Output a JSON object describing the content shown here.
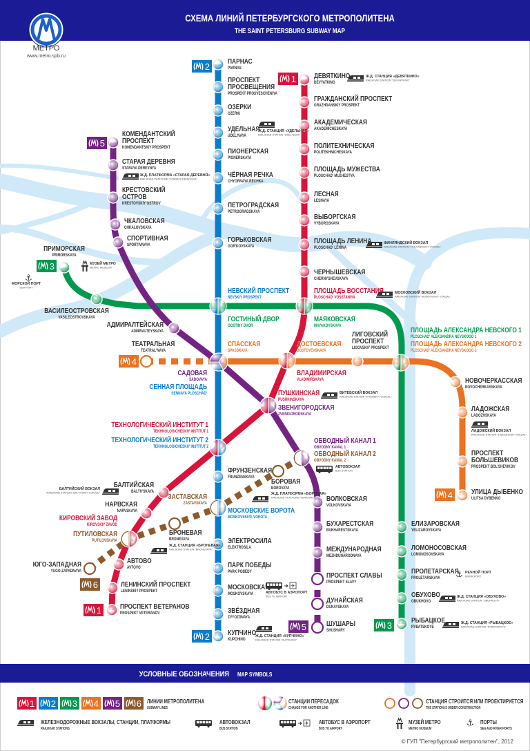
{
  "header": {
    "title": "СХЕМА ЛИНИЙ ПЕТЕРБУРГСКОГО МЕТРОПОЛИТЕНА",
    "subtitle": "THE SAINT PETERSBURG SUBWAY MAP",
    "logo_text": "МЕТРО",
    "url": "www.metro.spb.ru",
    "color": "#1b1b96"
  },
  "lines": [
    {
      "number": "1",
      "color": "#d9143a",
      "stations": [
        {
          "ru": "ДЕВЯТКИНО",
          "en": "DEVYATKINO"
        },
        {
          "ru": "ГРАЖДАНСКИЙ ПРОСПЕКТ",
          "en": "GRAZHDANSKIY PROSPEKT"
        },
        {
          "ru": "АКАДЕМИЧЕСКАЯ",
          "en": "AKADEMICHESKAYA"
        },
        {
          "ru": "ПОЛИТЕХНИЧЕСКАЯ",
          "en": "POLITEKHNICHESKAYA"
        },
        {
          "ru": "ПЛОЩАДЬ МУЖЕСТВА",
          "en": "PLOSCHAD' MUZHESTVA"
        },
        {
          "ru": "ЛЕСНАЯ",
          "en": "LESNAYA"
        },
        {
          "ru": "ВЫБОРГСКАЯ",
          "en": "VYBORGSKAYA"
        },
        {
          "ru": "ПЛОЩАДЬ ЛЕНИНА",
          "en": "PLOSCHAD' LENINA"
        },
        {
          "ru": "ЧЕРНЫШЕВСКАЯ",
          "en": "CHERNYSHEVSKAYA"
        },
        {
          "ru": "ПЛОЩАДЬ ВОССТАНИЯ",
          "en": "PLOSCHAD' VOSSTANIYA"
        },
        {
          "ru": "ВЛАДИМИРСКАЯ",
          "en": "VLADIMIRSKAYA"
        },
        {
          "ru": "ПУШКИНСКАЯ",
          "en": "PUSHKINSKAYA"
        },
        {
          "ru": "ТЕХНОЛОГИЧЕСКИЙ ИНСТИТУТ 1",
          "en": "TEKHNOLOGICHESKIY INSTITUT 1"
        },
        {
          "ru": "БАЛТИЙСКАЯ",
          "en": "BALTIYSKAYA"
        },
        {
          "ru": "НАРВСКАЯ",
          "en": "NARVSKAYA"
        },
        {
          "ru": "КИРОВСКИЙ ЗАВОД",
          "en": "KIROVSKIY ZAVOD"
        },
        {
          "ru": "АВТОВО",
          "en": "AVTOVO"
        },
        {
          "ru": "ЛЕНИНСКИЙ ПРОСПЕКТ",
          "en": "LENINSKIY PROSPEKT"
        },
        {
          "ru": "ПРОСПЕКТ ВЕТЕРАНОВ",
          "en": "PROSPEKT VETERANOV"
        }
      ]
    },
    {
      "number": "2",
      "color": "#0a7ccc",
      "stations": [
        {
          "ru": "ПАРНАС",
          "en": "PARNAS"
        },
        {
          "ru": "ПРОСПЕКТ\nПРОСВЕЩЕНИЯ",
          "en": "PROSPEKT PROSVESCHENIYA"
        },
        {
          "ru": "ОЗЕРКИ",
          "en": "OZERKI"
        },
        {
          "ru": "УДЕЛЬНАЯ",
          "en": "UDEL'NAYA"
        },
        {
          "ru": "ПИОНЕРСКАЯ",
          "en": "PIONERSKAYA"
        },
        {
          "ru": "ЧЁРНАЯ РЕЧКА",
          "en": "CHYORNAYA RECHKA"
        },
        {
          "ru": "ПЕТРОГРАДСКАЯ",
          "en": "PETROGRADSKAYA"
        },
        {
          "ru": "ГОРЬКОВСКАЯ",
          "en": "GOR'KOVSKAYA"
        },
        {
          "ru": "НЕВСКИЙ ПРОСПЕКТ",
          "en": "NEVSKIY PROSPEKT"
        },
        {
          "ru": "СЕННАЯ ПЛОЩАДЬ",
          "en": "SENNAYA PLOSCHAD'"
        },
        {
          "ru": "ТЕХНОЛОГИЧЕСКИЙ ИНСТИТУТ 2",
          "en": "TEKHNOLOGICHESKIY INSTITUT 2"
        },
        {
          "ru": "ФРУНЗЕНСКАЯ",
          "en": "FRUNZENSKAYA"
        },
        {
          "ru": "МОСКОВСКИЕ ВОРОТА",
          "en": "MOSKOVSKIYE VOROTA"
        },
        {
          "ru": "ЭЛЕКТРОСИЛА",
          "en": "ELEKTROSILA"
        },
        {
          "ru": "ПАРК ПОБЕДЫ",
          "en": "PARK POBEDY"
        },
        {
          "ru": "МОСКОВСКАЯ",
          "en": "MOSKOVSKAYA"
        },
        {
          "ru": "ЗВЁЗДНАЯ",
          "en": "ZVYOZDNAYA"
        },
        {
          "ru": "КУПЧИНО",
          "en": "KUPCHINO"
        }
      ]
    },
    {
      "number": "3",
      "color": "#009a4e",
      "stations": [
        {
          "ru": "ПРИМОРСКАЯ",
          "en": "PRIMORSKAYA"
        },
        {
          "ru": "ВАСИЛЕОСТРОВСКАЯ",
          "en": "VASILEOSTROVSKAYA"
        },
        {
          "ru": "ГОСТИНЫЙ ДВОР",
          "en": "GOSTINY DVOR"
        },
        {
          "ru": "МАЯКОВСКАЯ",
          "en": "MAYAKOVSKAYA"
        },
        {
          "ru": "ПЛОЩАДЬ АЛЕКСАНДРА НЕВСКОГО 1",
          "en": "PLOSCHAD' ALEKSANDRA NEVSKOGO 1"
        },
        {
          "ru": "ЕЛИЗАРОВСКАЯ",
          "en": "YELIZAROVSKAYA"
        },
        {
          "ru": "ЛОМОНОСОВСКАЯ",
          "en": "LOMONOSOVSKAYA"
        },
        {
          "ru": "ПРОЛЕТАРСКАЯ",
          "en": "PROLETARSKAYA"
        },
        {
          "ru": "ОБУХОВО",
          "en": "OBUKHOVO"
        },
        {
          "ru": "РЫБАЦКОЕ",
          "en": "RYBATSKOYE"
        }
      ]
    },
    {
      "number": "4",
      "color": "#ea7220",
      "stations": [
        {
          "ru": "ТЕАТРАЛЬНАЯ",
          "en": "TEATRAL'NAYA",
          "under_construction": true
        },
        {
          "ru": "СПАССКАЯ",
          "en": "SPASSKAYA"
        },
        {
          "ru": "ДОСТОЕВСКАЯ",
          "en": "DOSTOYEVSKAYA"
        },
        {
          "ru": "ЛИГОВСКИЙ\nПРОСПЕКТ",
          "en": "LIGOVSKIY PROSPEKT"
        },
        {
          "ru": "ПЛОЩАДЬ АЛЕКСАНДРА НЕВСКОГО 2",
          "en": "PLOSCHAD' ALEKSANDRA NEVSKOGO 2"
        },
        {
          "ru": "НОВОЧЕРКАССКАЯ",
          "en": "NOVOCHERKASSKAYA"
        },
        {
          "ru": "ЛАДОЖСКАЯ",
          "en": "LADOZHSKAYA"
        },
        {
          "ru": "ПРОСПЕКТ\nБОЛЬШЕВИКОВ",
          "en": "PROSPEKT BOL'SHEVIKOV"
        },
        {
          "ru": "УЛИЦА ДЫБЕНКО",
          "en": "ULITSA DYBENKO"
        }
      ]
    },
    {
      "number": "5",
      "color": "#742384",
      "stations": [
        {
          "ru": "КОМЕНДАНТСКИЙ\nПРОСПЕКТ",
          "en": "KOMENDANTSKIY PROSPEKT"
        },
        {
          "ru": "СТАРАЯ ДЕРЕВНЯ",
          "en": "STARAYA DEREVNYA"
        },
        {
          "ru": "КРЕСТОВСКИЙ\nОСТРОВ",
          "en": "KRESTOVSKIY OSTROV"
        },
        {
          "ru": "ЧКАЛОВСКАЯ",
          "en": "CHKALOVSKAYA"
        },
        {
          "ru": "СПОРТИВНАЯ",
          "en": "SPORTIVNAYA"
        },
        {
          "ru": "АДМИРАЛТЕЙСКАЯ",
          "en": "ADMIRALTEYSKAYA"
        },
        {
          "ru": "САДОВАЯ",
          "en": "SADOVAYA"
        },
        {
          "ru": "ЗВЕНИГОРОДСКАЯ",
          "en": "ZVENIGORODSKAYA"
        },
        {
          "ru": "ОБВОДНЫЙ КАНАЛ 1",
          "en": "OBVODNY KANAL 1"
        },
        {
          "ru": "ВОЛКОВСКАЯ",
          "en": "VOLKOVSKAYA"
        },
        {
          "ru": "БУХАРЕСТСКАЯ",
          "en": "BUKHARESTSKAYA"
        },
        {
          "ru": "МЕЖДУНАРОДНАЯ",
          "en": "MEZHDUNARODNAYA"
        },
        {
          "ru": "ПРОСПЕКТ СЛАВЫ",
          "en": "PROSPEKT SLAVY",
          "under_construction": true
        },
        {
          "ru": "ДУНАЙСКАЯ",
          "en": "DUNAYSKAYA",
          "under_construction": true
        },
        {
          "ru": "ШУШАРЫ",
          "en": "SHUSHARY",
          "under_construction": true
        }
      ]
    },
    {
      "number": "6",
      "color": "#8e5a2c",
      "under_construction": true,
      "stations": [
        {
          "ru": "ЮГО-ЗАПАДНАЯ",
          "en": "YUGO-ZAPADNAYA",
          "under_construction": true
        },
        {
          "ru": "ПУТИЛОВСКАЯ",
          "en": "PUTILOVSKAYA",
          "under_construction": true
        },
        {
          "ru": "БРОНЕВАЯ",
          "en": "BRONEVAYA",
          "under_construction": true
        },
        {
          "ru": "ЗАСТАВСКАЯ",
          "en": "ZASTAVSKAYA",
          "under_construction": true
        },
        {
          "ru": "БОРОВАЯ",
          "en": "BOROVAYA",
          "under_construction": true
        },
        {
          "ru": "ОБВОДНЫЙ КАНАЛ 2",
          "en": "OBVODNY KANAL 2",
          "under_construction": true
        }
      ]
    }
  ],
  "notes": [
    {
      "icon": "train-icon",
      "ru": "Ж.Д. СТАНЦИЯ «ДЕВЯТКИНО»",
      "en": "RAILROAD STATION \"DEVYATKINO\""
    },
    {
      "icon": "train-icon",
      "ru": "Ж.Д. СТАНЦИЯ «УДЕЛЬНАЯ»",
      "en": "RAILROAD STATION \"UDEL'NAYA\""
    },
    {
      "icon": "train-icon",
      "ru": "Ж.Д. ПЛАТФОРМА «СТАРАЯ ДЕРЕВНЯ»",
      "en": "RAILROAD PLATFORM \"STARAYA DEREVNYA\""
    },
    {
      "icon": "train-icon",
      "ru": "ФИНЛЯНДСКИЙ ВОКЗАЛ",
      "en": "RAILROAD STATION \"FINLYANDSKIY VOKZAL\""
    },
    {
      "icon": "train-icon",
      "ru": "МОСКОВСКИЙ ВОКЗАЛ",
      "en": "RAILROAD STATION \"MOSKOVSKIY VOKZAL\""
    },
    {
      "icon": "train-icon",
      "ru": "ВИТЕБСКИЙ ВОКЗАЛ",
      "en": "RAILROAD STATION \"VITEBSKIY VOKZAL\""
    },
    {
      "icon": "train-icon",
      "ru": "ЛАДОЖСКИЙ ВОКЗАЛ",
      "en": "RAILROAD STATION \"LADOZHSKIY VOKZAL\""
    },
    {
      "icon": "bus-icon",
      "ru": "АВТОВОКЗАЛ",
      "en": "BUS STATION"
    },
    {
      "icon": "train-icon",
      "ru": "Ж.Д. ПЛАТФОРМА «БОРОВАЯ»",
      "en": "RAILROAD PLATFORM \"BOROVAYA\""
    },
    {
      "icon": "train-icon",
      "ru": "БАЛТИЙСКИЙ ВОКЗАЛ",
      "en": "RAILROAD STATION \"BALTIYSKIY VOKZAL\""
    },
    {
      "icon": "train-icon",
      "ru": "Ж.Д. СТАНЦИЯ «БРОНЕВАЯ»",
      "en": "RAILROAD STATION \"BRONEVAYA\""
    },
    {
      "icon": "airport-bus-icon",
      "ru": "АВТОБУС В АЭРОПОРТ",
      "en": "BUS TO AIRPORT"
    },
    {
      "icon": "train-icon",
      "ru": "Ж.Д. СТАНЦИЯ «КУПЧИНО»",
      "en": "RAILROAD STATION \"KUPCHINO\""
    },
    {
      "icon": "anchor-icon",
      "ru": "РЕЧНОЙ ПОРТ",
      "en": "RIVER PORT"
    },
    {
      "icon": "train-icon",
      "ru": "Ж.Д. СТАНЦИЯ «ОБУХОВО»",
      "en": "RAILROAD STATION \"OBUKHOVO\""
    },
    {
      "icon": "train-icon",
      "ru": "Ж.Д. СТАНЦИЯ «РЫБАЦКОЕ»",
      "en": "RAILROAD STATION \"RYBATSKOYE\""
    },
    {
      "icon": "museum-icon",
      "ru": "МУЗЕЙ МЕТРО",
      "en": "METRO MUSEUM"
    },
    {
      "icon": "anchor-icon",
      "ru": "МОРСКОЙ ПОРТ",
      "en": "SEA PORT"
    }
  ],
  "legend": {
    "title_ru": "УСЛОВНЫЕ ОБОЗНАЧЕНИЯ",
    "title_en": "MAP SYMBOLS",
    "lines_ru": "ЛИНИИ МЕТРОПОЛИТЕНА",
    "lines_en": "SUBWAY LINES",
    "transfer_ru": "СТАНЦИИ ПЕРЕСАДОК",
    "transfer_en": "CHANGE FOR ANOTHER LINE",
    "construction_ru": "СТАНЦИЯ СТРОИТСЯ ИЛИ ПРОЕКТИРУЕТСЯ",
    "construction_en": "THE STATION IS UNDER CONSTRUCTION",
    "rail_ru": "ЖЕЛЕЗНОДОРОЖНЫЕ ВОКЗАЛЫ, СТАНЦИИ, ПЛАТФОРМЫ",
    "rail_en": "RAILROAD STATIONS",
    "bus_ru": "АВТОВОКЗАЛ",
    "bus_en": "BUS STATION",
    "airport_ru": "АВТОБУС В АЭРОПОРТ",
    "airport_en": "BUS TO AIRPORT",
    "museum_ru": "МУЗЕЙ МЕТРО",
    "museum_en": "METRO MUSEUM",
    "ports_ru": "ПОРТЫ",
    "ports_en": "SEA AND RIVER PORTS",
    "copyright": "© ГУП \"Петербургский метрополитен\", 2012"
  },
  "colors": {
    "river": "#cfe9f8",
    "label": "#333333"
  }
}
